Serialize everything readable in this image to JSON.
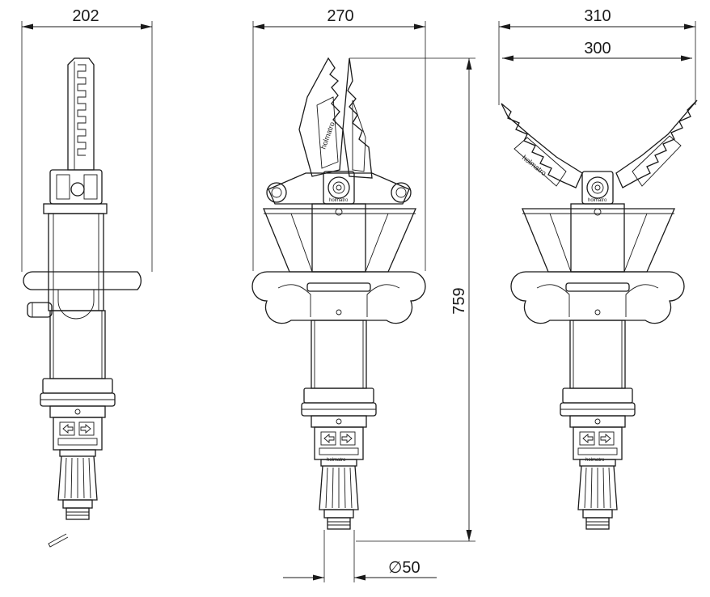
{
  "dimensions": {
    "side_width": "202",
    "front_width": "270",
    "open_width_outer": "310",
    "open_width_inner": "300",
    "total_length": "759",
    "handle_diameter_symbol": "∅",
    "handle_diameter": "50"
  },
  "branding": {
    "brand_name": "holmatro"
  }
}
